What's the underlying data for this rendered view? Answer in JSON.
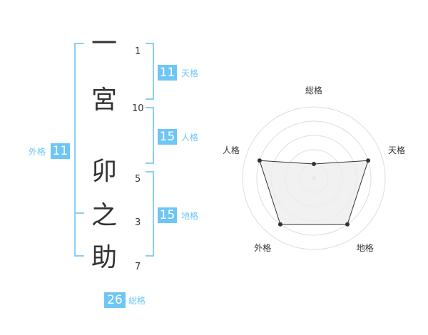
{
  "name": {
    "chars": [
      {
        "char": "一",
        "strokes": "1"
      },
      {
        "char": "宮",
        "strokes": "10"
      },
      {
        "char": "卯",
        "strokes": "5"
      },
      {
        "char": "之",
        "strokes": "3"
      },
      {
        "char": "助",
        "strokes": "7"
      }
    ]
  },
  "kaku": {
    "tenkaku": {
      "value": "11",
      "label": "天格"
    },
    "jinkaku": {
      "value": "15",
      "label": "人格"
    },
    "chikaku": {
      "value": "15",
      "label": "地格"
    },
    "gaikaku": {
      "value": "11",
      "label": "外格"
    },
    "soukaku": {
      "value": "26",
      "label": "総格"
    }
  },
  "colors": {
    "accent": "#6ec6f5",
    "bracket": "#8ecdf4",
    "text": "#333333"
  },
  "chart_data": {
    "type": "radar",
    "axes": [
      "総格",
      "天格",
      "地格",
      "外格",
      "人格"
    ],
    "values": [
      1,
      4,
      4,
      4,
      4
    ],
    "max": 5,
    "grid_levels": 5,
    "fill": "#eeeeee",
    "stroke": "#333333"
  }
}
